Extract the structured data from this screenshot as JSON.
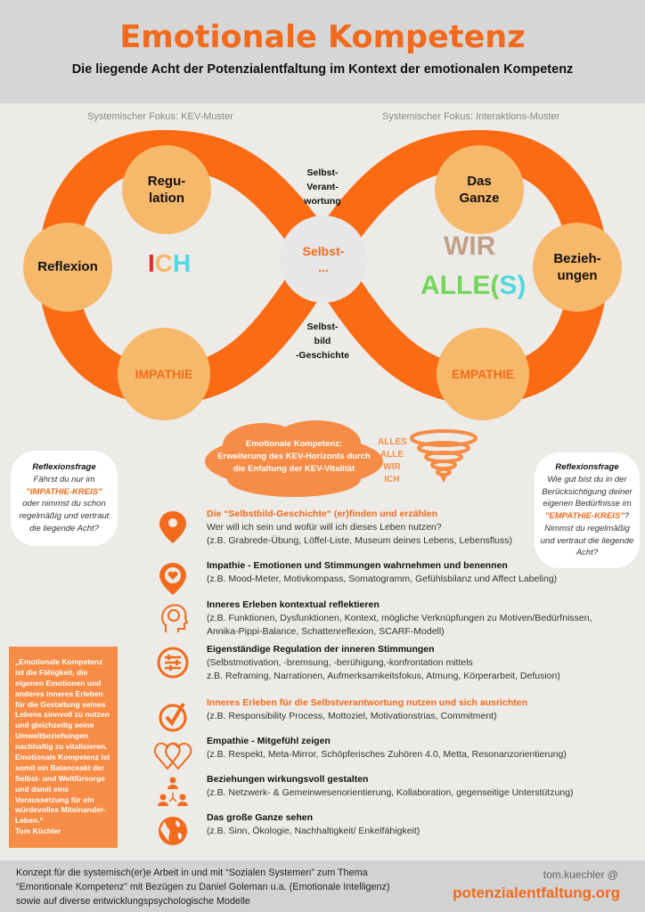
{
  "header": {
    "title": "Emotionale Kompetenz",
    "subtitle": "Die liegende Acht der Potenzialentfaltung im Kontext der emotionalen Kompetenz"
  },
  "focus": {
    "left": "Systemischer Fokus: KEV-Muster",
    "right": "Systemischer Fokus: Interaktions-Muster"
  },
  "figure": {
    "nodes": {
      "regulation": "Regu-\nlation",
      "reflexion": "Reflexion",
      "impathie": "IMPATHIE",
      "das_ganze": "Das\nGanze",
      "beziehungen": "Bezieh-\nungen",
      "empathie": "EMPATHIE",
      "center_top": "Selbst-",
      "center_bottom": "..."
    },
    "top_label": "Selbst-\nVerant-\nwortung",
    "bottom_label": "Selbst-\nbild\n-Geschichte",
    "ich": [
      "I",
      "C",
      "H"
    ],
    "wir": "WIR",
    "alle": "ALLE(",
    "alle_s": "S",
    "alle_close": ")"
  },
  "colors": {
    "accent": "#f26a1b",
    "loop": "#fb6b14",
    "node": "#f6b86a",
    "ich_i": "#e8282b",
    "ich_c": "#f6b86a",
    "ich_h": "#52d8e0",
    "wir": "#c0a08a",
    "alle": "#72d65a",
    "alle_s": "#52d8e0"
  },
  "cloud": "Emotionale Kompetenz:\nErweiterung des KEV-Horizonts durch\ndie Enfaltung der KEV-Vitalität",
  "spiral": [
    "ALLES",
    "ALLE",
    "WIR",
    "ICH"
  ],
  "reflex_left": {
    "title": "Reflexionsfrage",
    "pre": "Fährst du nur im ",
    "hl": "\"IMPATHIE-KREIS\"",
    "post": " oder nimmst du schon regelmäßig und vertraut  die liegende Acht?"
  },
  "reflex_right": {
    "title": "Reflexionsfrage",
    "pre": "Wie gut bist du in der Berücksichtigung deiner eigenen Bedürfnisse im ",
    "hl": "\"EMPATHIE-KREIS\"",
    "post": "? Nimmst du regelmäßig und vertraut die liegende Acht?"
  },
  "items": [
    {
      "icon": "map-pin-icon",
      "title": "Die “Selbstbild-Geschichte“ (er)finden und erzählen",
      "lines": [
        "Wer will ich sein und wofür will ich dieses Leben nutzen?",
        "(z.B. Grabrede-Übung, Löffel-Liste, Museum deines Lebens, Lebensfluss)"
      ],
      "orange": true
    },
    {
      "icon": "heart-pin-icon",
      "title": "Impathie - Emotionen und Stimmungen wahrnehmen und benennen",
      "lines": [
        "(z.B. Mood-Meter, Motivkompass, Somatogramm, Gefühlsbilanz und Affect Labeling)"
      ]
    },
    {
      "icon": "head-brain-icon",
      "title": "Inneres Erleben kontextual reflektieren",
      "lines": [
        "(z.B. Funktionen, Dysfunktionen, Kontext, mögliche Verknüpfungen zu Motiven/Bedürfnissen,",
        "Annika-Pippi-Balance, Schattenreflexion, SCARF-Modell)"
      ]
    },
    {
      "icon": "sliders-icon",
      "title": "Eigenständige Regulation der inneren Stimmungen",
      "lines": [
        "(Selbstmotivation, -bremsung, -berühigung,-konfrontation mittels",
        "z.B. Reframing, Narrationen, Aufmerksamkeitsfokus, Atmung, Körperarbeit, Defusion)"
      ]
    },
    {
      "icon": "check-circle-icon",
      "title": "Inneres Erleben für die Selbstverantwortung nutzen und sich ausrichten",
      "lines": [
        "(z.B. Responsibility Process, Mottoziel, Motivationstrias, Commitment)"
      ],
      "orange": true
    },
    {
      "icon": "two-hearts-icon",
      "title": "Empathie - Mitgefühl zeigen",
      "lines": [
        "(z.B. Respekt, Meta-Mirror, Schöpferisches Zuhören 4.0, Metta, Resonanzorientierung)"
      ]
    },
    {
      "icon": "people-network-icon",
      "title": "Beziehungen wirkungsvoll gestalten",
      "lines": [
        "(z.B. Netzwerk- & Gemeinwesenorientierung, Kollaboration, gegenseitige Unterstützung)"
      ]
    },
    {
      "icon": "globe-icon",
      "title": "Das große Ganze sehen",
      "lines": [
        "(z.B. Sinn, Ökologie, Nachhaltigkeit/ Enkelfähigkeit)"
      ]
    }
  ],
  "quote": "„Emotionale Kompetenz ist die Fähigkeit, die eigenen Emotionen und anderes inneres Erleben für die Gestaltung seines Lebens sinnvoll zu nutzen und gleichzeitig seine Umweltbeziehungen nachhaltig zu vitalisieren. Emotionale Kompetenz ist somit ein Balanceakt der Selbst- und Weltfürsorge und damit eine Voraussetzung für ein würdevolles Miteinander-Leben.“",
  "quote_author": "Tom Küchler",
  "footer": {
    "text": "Konzept für die systemisch(er)e Arbeit in und mit “Sozialen Systemen” zum Thema\n“Emontionale Kompetenz” mit Bezügen zu Daniel Goleman u.a. (Emotionale Intelligenz)\nsowie auf diverse entwicklungspsychologische Modelle",
    "mail": "tom.kuechler @",
    "site": "potenzialentfaltung.org"
  }
}
